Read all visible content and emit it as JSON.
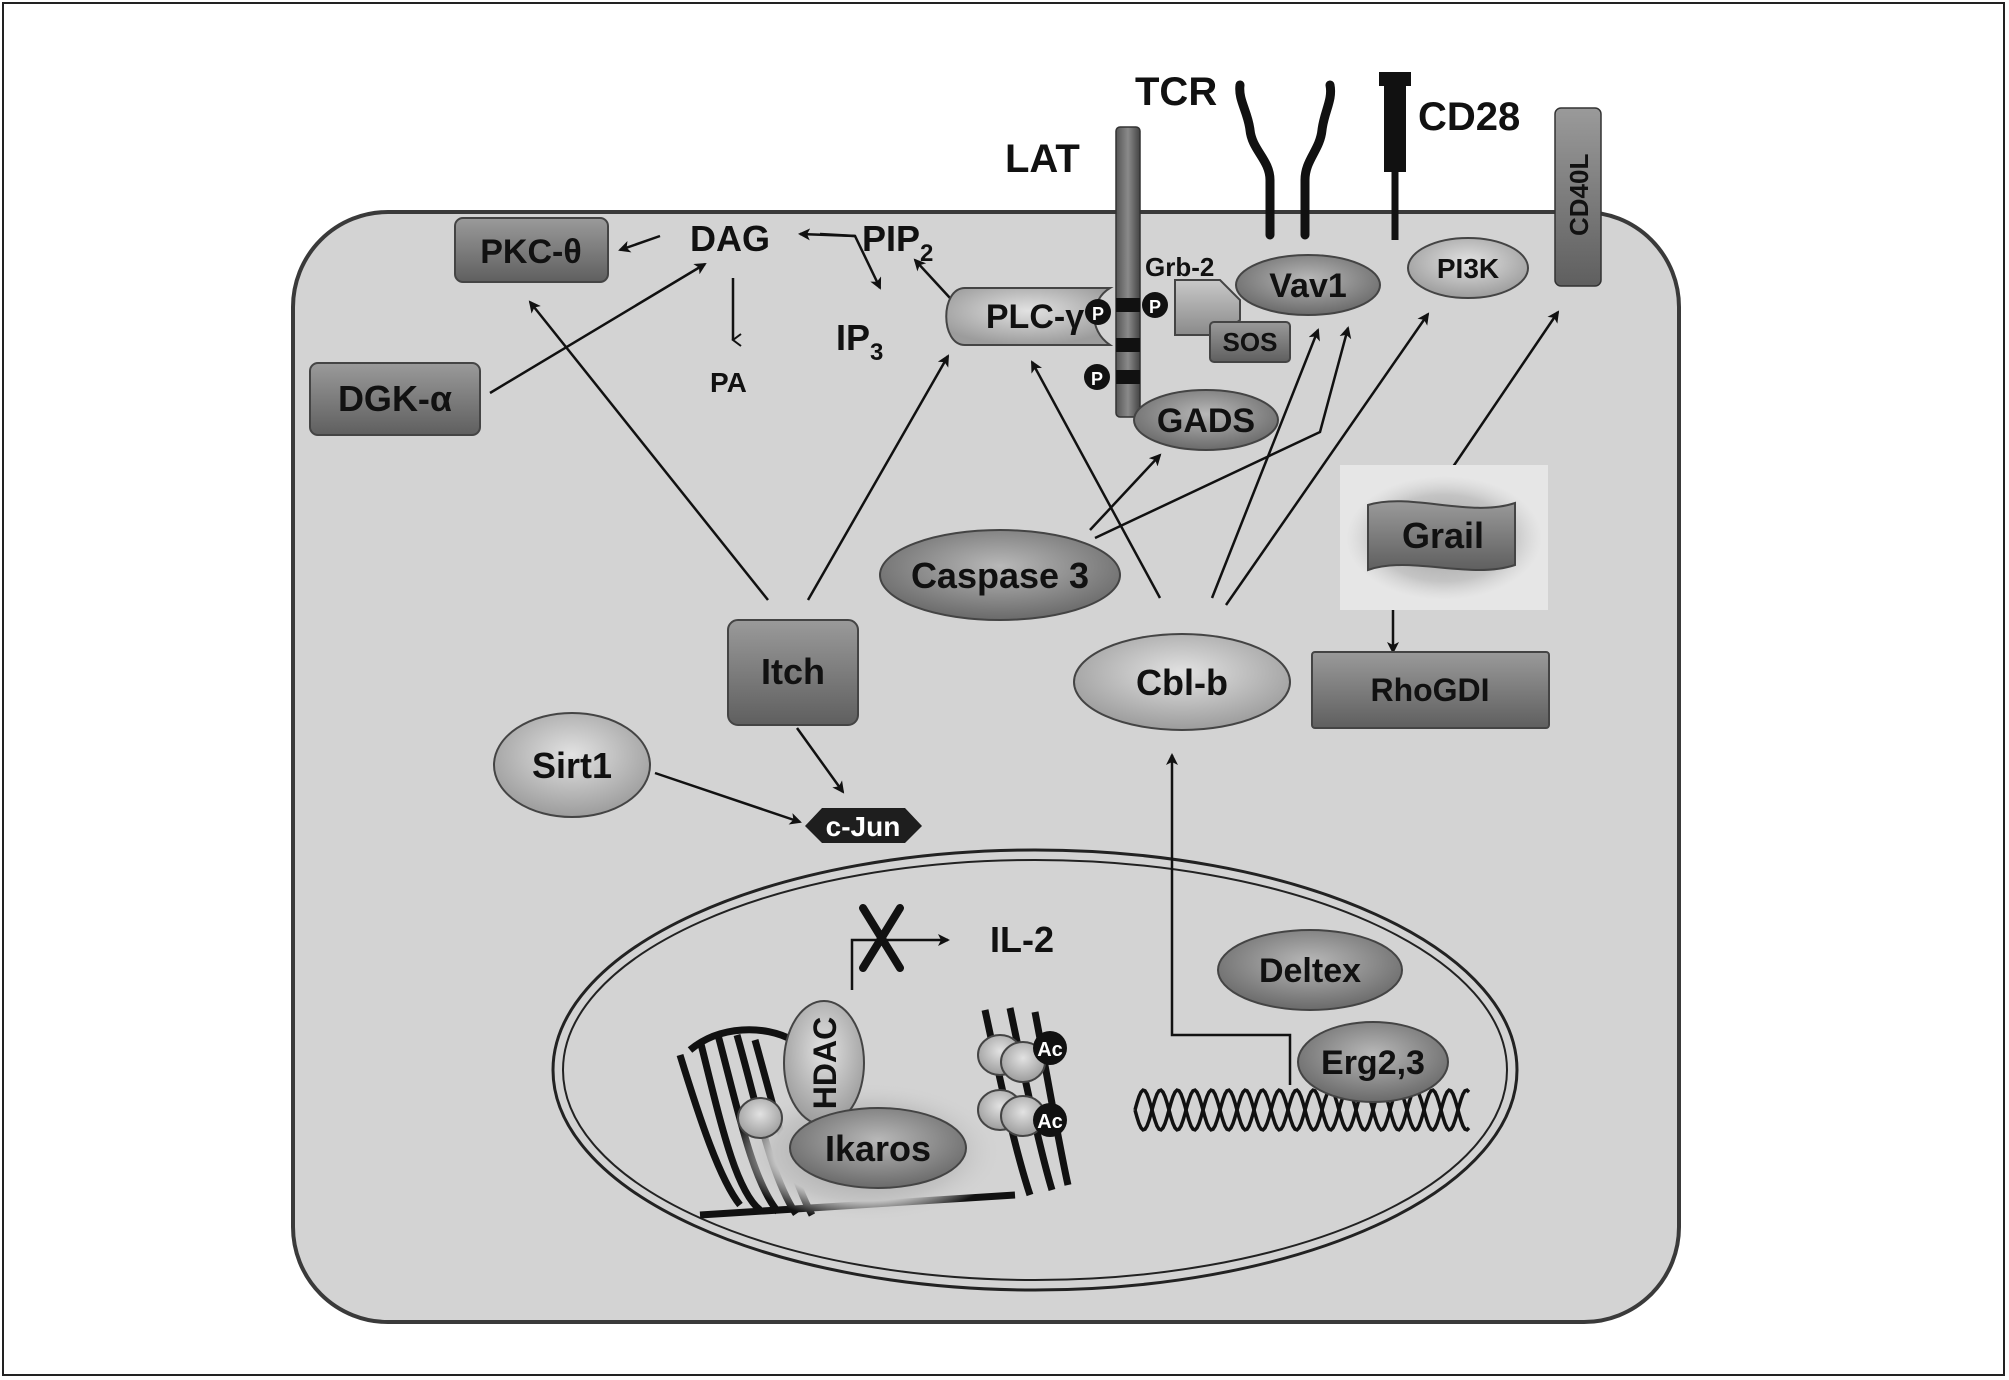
{
  "labels": {
    "tcr": "TCR",
    "cd28": "CD28",
    "lat": "LAT",
    "cd40l": "CD40L",
    "pkc": "PKC-θ",
    "dag": "DAG",
    "pip2": "PIP",
    "pip2_sub": "2",
    "ip3": "IP",
    "ip3_sub": "3",
    "pa": "PA",
    "plc": "PLC-γ",
    "grb2": "Grb-2",
    "vav1": "Vav1",
    "sos": "SOS",
    "pi3k": "PI3K",
    "gads": "GADS",
    "dgk": "DGK-α",
    "grail": "Grail",
    "rhogdi": "RhoGDI",
    "caspase3": "Caspase 3",
    "cblb": "Cbl-b",
    "itch": "Itch",
    "sirt1": "Sirt1",
    "cjun": "c-Jun",
    "il2": "IL-2",
    "hdac": "HDAC",
    "ikaros": "Ikaros",
    "ac": "Ac",
    "deltex": "Deltex",
    "erg": "Erg2,3",
    "p": "P"
  },
  "colors": {
    "cell_fill": "#d3d3d3",
    "protein_dark": "#7c7c7c",
    "protein_light": "#bdbdbd",
    "membrane_line": "#3a3a3a"
  }
}
